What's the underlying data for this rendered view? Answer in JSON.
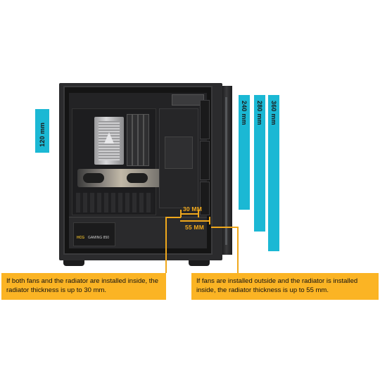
{
  "bars": {
    "left": {
      "label": "120 mm"
    },
    "front1": {
      "label": "240 mm"
    },
    "front2": {
      "label": "280 mm"
    },
    "front3": {
      "label": "360 mm"
    }
  },
  "dimensions": {
    "inner": "30 MM",
    "outer": "55 MM"
  },
  "psu": {
    "brand": "HCG",
    "model": "GAMING 850"
  },
  "callouts": {
    "left": "If both fans and the radiator are installed inside, the radiator thickness is up to 30 mm.",
    "right": "If fans are installed outside and the radiator is installed inside, the radiator thickness is up to 55 mm."
  },
  "colors": {
    "bar": "#1bb8d4",
    "accent": "#f0a81c",
    "callout_bg": "#fbb424"
  }
}
